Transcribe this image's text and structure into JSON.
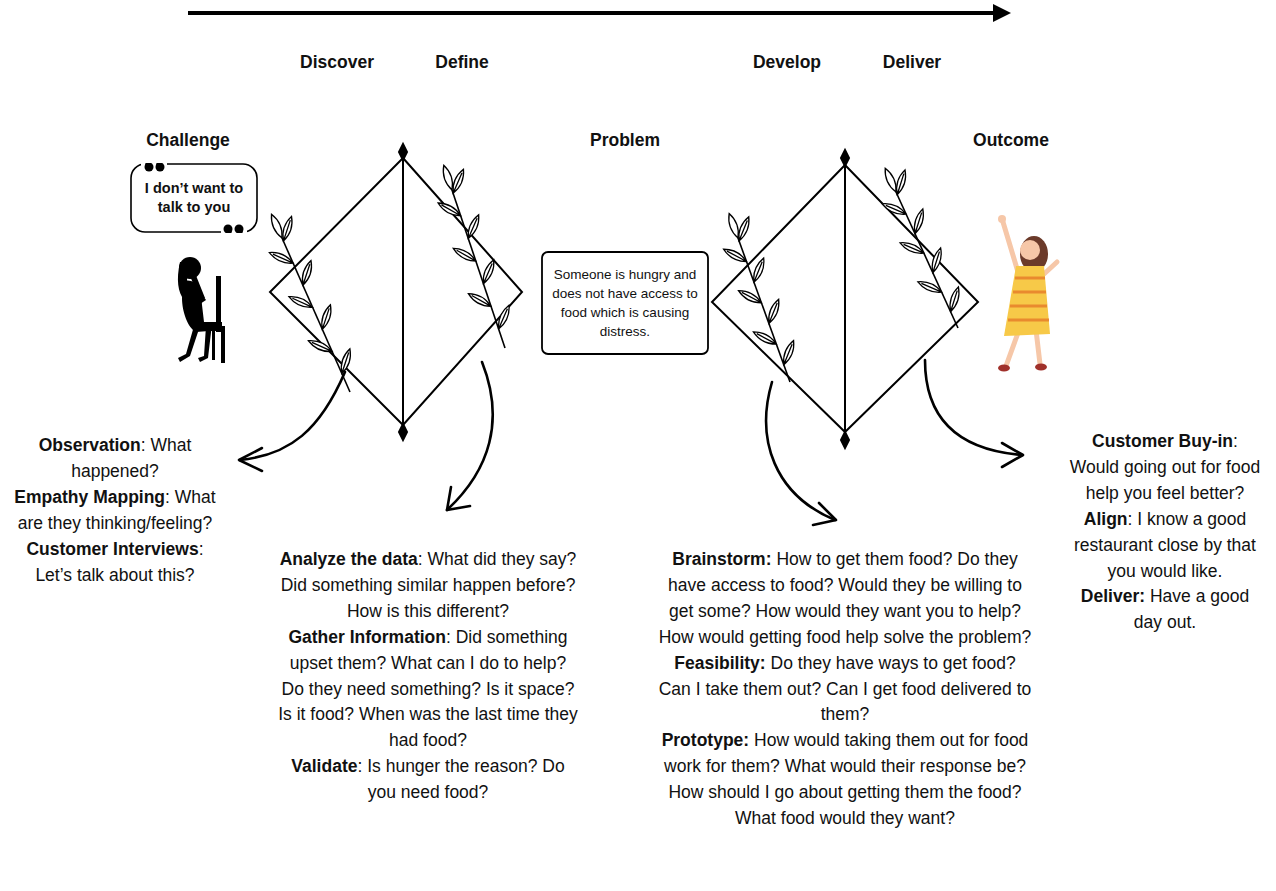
{
  "diagram": {
    "nodes": [
      {
        "text": [
          "I don’t want to talk to you"
        ]
      },
      {
        "text": [
          "Someone is hungry and does not have access to food which is causing distress."
        ]
      }
    ],
    "labels": [
      "Discover",
      "Define",
      "Develop",
      "Deliver",
      "Challenge",
      "Problem",
      "Outcome",
      "Observation",
      ": What happened?",
      "Empathy Mapping",
      ": What are they thinking/feeling?",
      "Customer Interviews",
      ": Let’s talk about this?",
      "Analyze the data",
      ": What did they say? Did something similar happen before? How is this different?",
      "Gather Information",
      ": Did something upset them? What can I do to help? Do they need something? Is it space? Is it food? When was the last time they had food?",
      "Validate",
      ": Is hunger the reason? Do you need food?",
      "Brainstorm:",
      "How to get them food? Do they have access to food? Would they be willing to get some? How would they want you to help? How would getting food help solve the problem?",
      "Feasibility:",
      "Do they have ways to get food? Can I take them out? Can I get food delivered to them?",
      "Prototype:",
      "How would taking them out for food work for them? What would their response be? How should I go about getting them the food? What food would they want?",
      "Customer Buy-in",
      ": Would going out for food help you feel better?",
      "Align",
      ": I know a good restaurant close by that you would like.",
      "Deliver:",
      "Have a good day out."
    ]
  }
}
